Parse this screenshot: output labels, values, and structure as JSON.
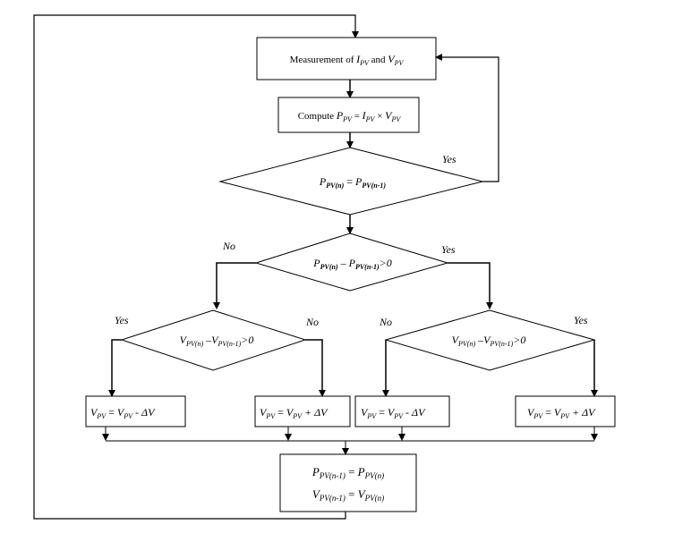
{
  "nodes": {
    "measure": {
      "prefix": "Measurement of ",
      "a_main": "I",
      "a_sub": "PV",
      "mid": " and ",
      "b_main": "V",
      "b_sub": "PV"
    },
    "compute": {
      "prefix": "Compute ",
      "p_main": "P",
      "p_sub": "PV",
      "eq": " = ",
      "i_main": "I",
      "i_sub": "PV",
      "times": " × ",
      "v_main": "V",
      "v_sub": "PV"
    },
    "decision1": {
      "lhs_main": "P",
      "lhs_sub": "PV(n)",
      "op": " = ",
      "rhs_main": "P",
      "rhs_sub": "PV(n-1)"
    },
    "decision2": {
      "lhs_main": "P",
      "lhs_sub": "PV(n)",
      "op": " – ",
      "rhs_main": "P",
      "rhs_sub": "PV(n-1)",
      "tail": ">0"
    },
    "decision3": {
      "lhs_main": "V",
      "lhs_sub": "PV(n)",
      "op": " –",
      "rhs_main": "V",
      "rhs_sub": "PV(n-1)",
      "tail": ">0"
    },
    "decision4": {
      "lhs_main": "V",
      "lhs_sub": "PV(n)",
      "op": " –",
      "rhs_main": "V",
      "rhs_sub": "PV(n-1)",
      "tail": ">0"
    },
    "box_dec_left": {
      "lhs_main": "V",
      "lhs_sub": "PV",
      "eq": " = ",
      "rhs_main": "V",
      "rhs_sub": "PV",
      "tail": " - ΔV"
    },
    "box_inc_left": {
      "lhs_main": "V",
      "lhs_sub": "PV",
      "eq": " = ",
      "rhs_main": "V",
      "rhs_sub": "PV",
      "tail": " + ΔV"
    },
    "box_dec_right": {
      "lhs_main": "V",
      "lhs_sub": "PV",
      "eq": " = ",
      "rhs_main": "V",
      "rhs_sub": "PV",
      "tail": " - ΔV"
    },
    "box_inc_right": {
      "lhs_main": "V",
      "lhs_sub": "PV",
      "eq": " = ",
      "rhs_main": "V",
      "rhs_sub": "PV",
      "tail": " + ΔV"
    },
    "update": {
      "line1": {
        "lhs_main": "P",
        "lhs_sub": "PV(n-1)",
        "eq": " = ",
        "rhs_main": "P",
        "rhs_sub": "PV(n)"
      },
      "line2": {
        "lhs_main": "V",
        "lhs_sub": "PV(n-1)",
        "eq": " = ",
        "rhs_main": "V",
        "rhs_sub": "PV(n)"
      }
    }
  },
  "edge_labels": {
    "d1_yes": "Yes",
    "d2_no": "No",
    "d2_yes": "Yes",
    "d3_yes": "Yes",
    "d3_no": "No",
    "d4_no": "No",
    "d4_yes": "Yes"
  }
}
